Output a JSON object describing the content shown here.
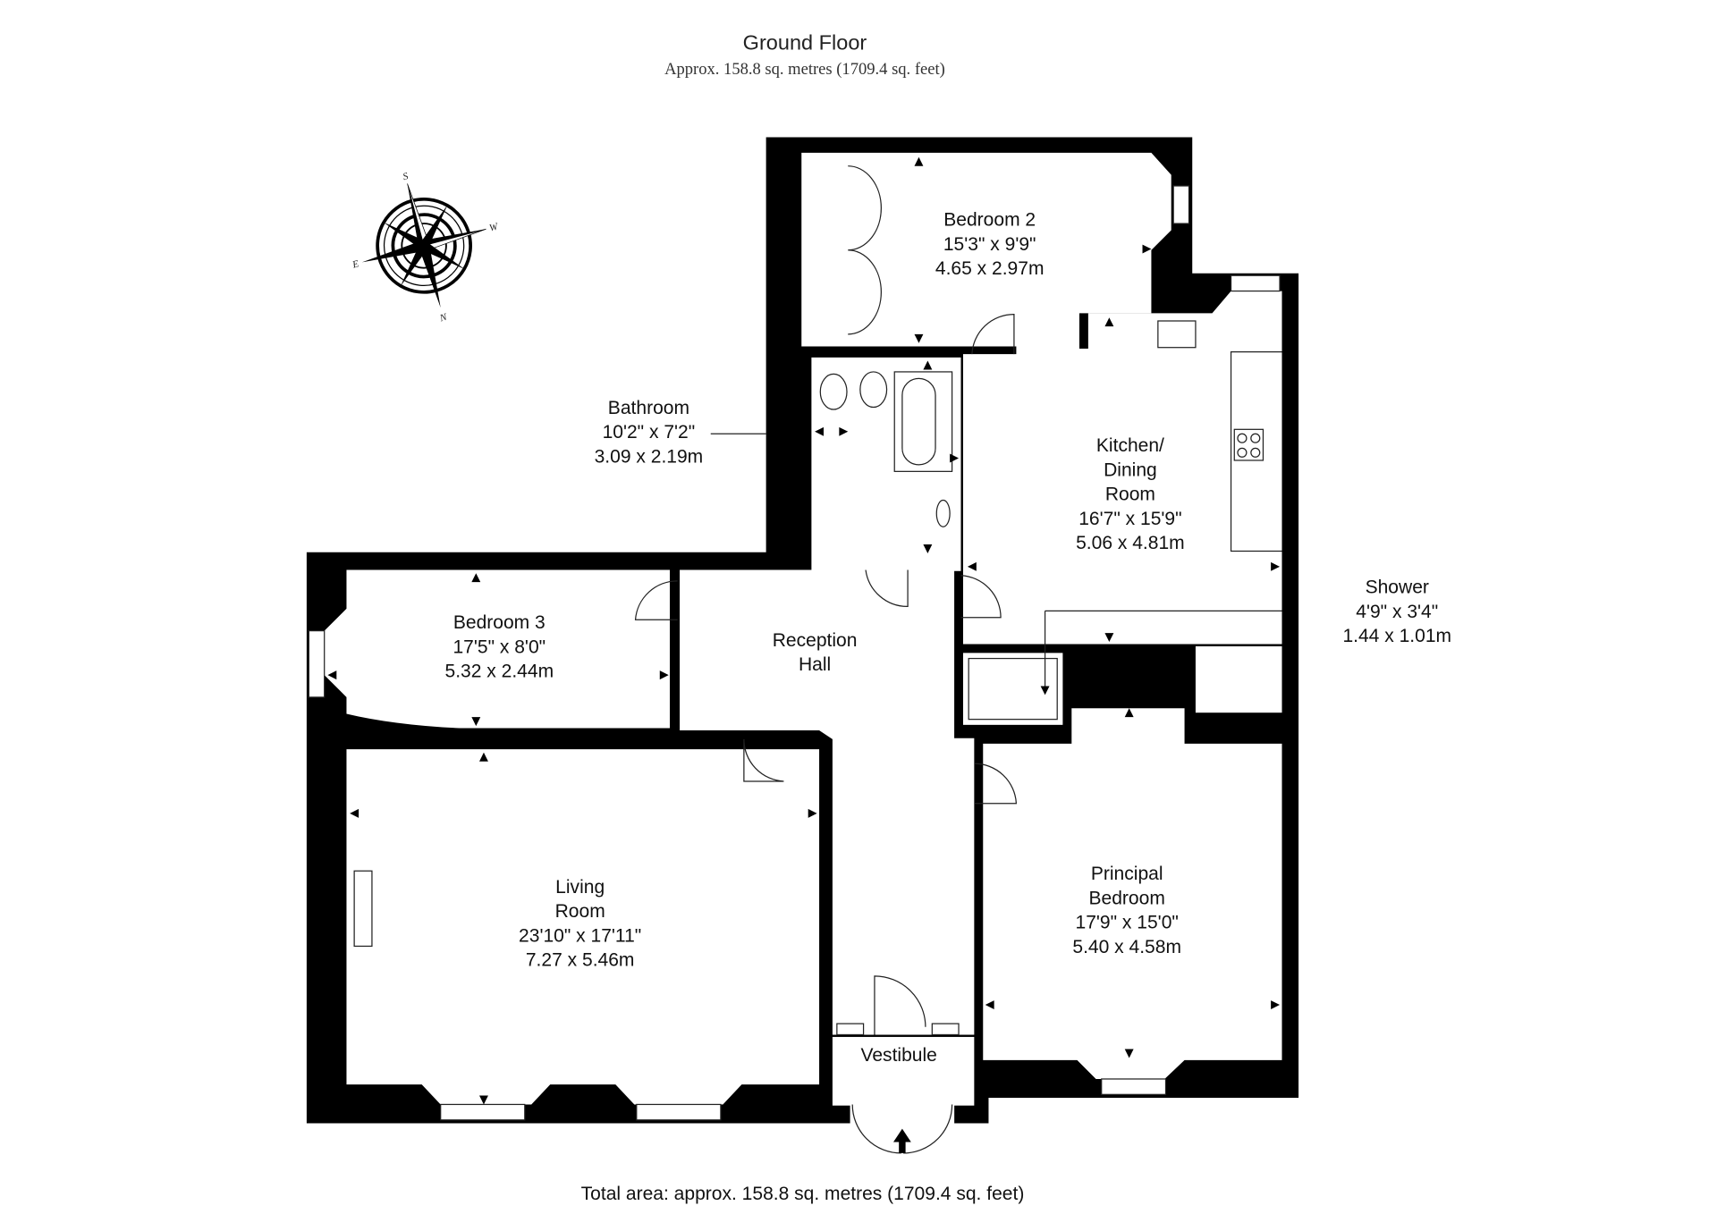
{
  "header": {
    "title": "Ground Floor",
    "subtitle": "Approx. 158.8 sq. metres (1709.4 sq. feet)"
  },
  "compass": {
    "s": "S",
    "e": "E",
    "w": "W",
    "n": "N"
  },
  "rooms": {
    "bedroom2": {
      "name": [
        "Bedroom 2"
      ],
      "imperial": "15'3\" x 9'9\"",
      "metric": "4.65 x 2.97m"
    },
    "bathroom": {
      "name": [
        "Bathroom"
      ],
      "imperial": "10'2\" x 7'2\"",
      "metric": "3.09 x 2.19m"
    },
    "kitchen": {
      "name": [
        "Kitchen/",
        "Dining",
        "Room"
      ],
      "imperial": "16'7\" x 15'9\"",
      "metric": "5.06 x 4.81m"
    },
    "shower": {
      "name": [
        "Shower"
      ],
      "imperial": "4'9\" x 3'4\"",
      "metric": "1.44 x 1.01m"
    },
    "bedroom3": {
      "name": [
        "Bedroom 3"
      ],
      "imperial": "17'5\" x 8'0\"",
      "metric": "5.32 x 2.44m"
    },
    "reception": {
      "name": [
        "Reception",
        "Hall"
      ]
    },
    "living": {
      "name": [
        "Living",
        "Room"
      ],
      "imperial": "23'10\" x 17'11\"",
      "metric": "7.27 x 5.46m"
    },
    "principal": {
      "name": [
        "Principal",
        "Bedroom"
      ],
      "imperial": "17'9\" x 15'0\"",
      "metric": "5.40 x 4.58m"
    },
    "vestibule": {
      "name": [
        "Vestibule"
      ]
    }
  },
  "footer": {
    "total_area": "Total area: approx. 158.8 sq. metres (1709.4 sq. feet)"
  }
}
